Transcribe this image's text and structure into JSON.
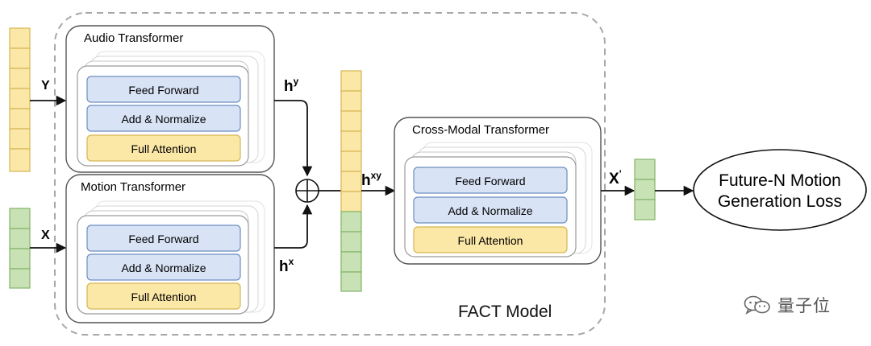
{
  "colors": {
    "yellow_fill": "#fbe7a6",
    "yellow_stroke": "#d6b656",
    "blue_fill": "#d9e3f6",
    "blue_stroke": "#6c8ebf",
    "green_fill": "#c8e2b6",
    "green_stroke": "#82b366",
    "dashed_border": "#a8a8a8",
    "line": "#111111"
  },
  "audio_transformer": {
    "title": "Audio Transformer",
    "layers": [
      "Feed Forward",
      "Add & Normalize",
      "Full Attention"
    ]
  },
  "motion_transformer": {
    "title": "Motion Transformer",
    "layers": [
      "Feed Forward",
      "Add & Normalize",
      "Full Attention"
    ]
  },
  "cross_modal_transformer": {
    "title": "Cross-Modal Transformer",
    "layers": [
      "Feed Forward",
      "Add & Normalize",
      "Full Attention"
    ]
  },
  "labels": {
    "audio_input": "Y",
    "motion_input": "X",
    "audio_hidden": "h",
    "audio_hidden_sup": "y",
    "motion_hidden": "h",
    "motion_hidden_sup": "x",
    "joint_hidden": "h",
    "joint_hidden_sup": "xy",
    "output": "X",
    "output_sup": "'",
    "sum_symbol": "⊕"
  },
  "loss": {
    "line1": "Future-N Motion",
    "line2": "Generation Loss"
  },
  "group_label": "FACT Model",
  "watermark": {
    "text": "量子位",
    "icon": "wechat-icon"
  }
}
